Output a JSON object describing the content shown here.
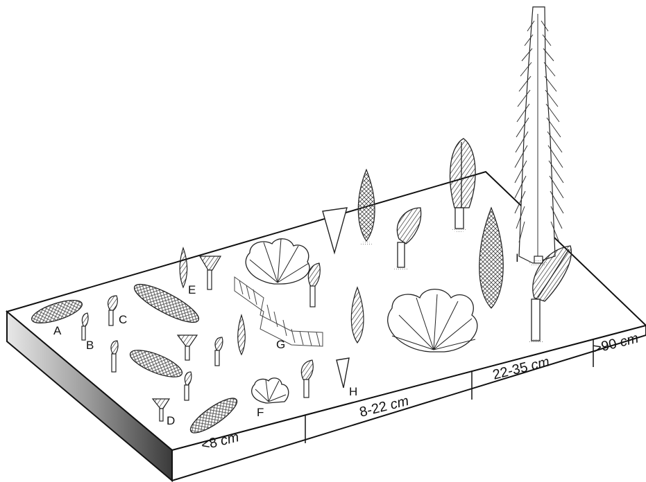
{
  "size_zones": [
    {
      "label": "<8 cm"
    },
    {
      "label": "8-22 cm"
    },
    {
      "label": "22-35 cm"
    },
    {
      "label": ">90 cm"
    }
  ],
  "taxa_labels": [
    "A",
    "B",
    "C",
    "D",
    "E",
    "F",
    "G",
    "H",
    "I"
  ]
}
